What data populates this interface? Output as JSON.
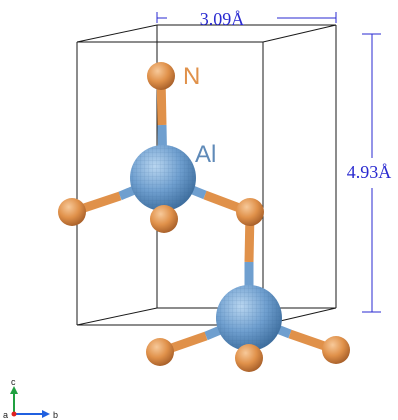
{
  "dimension_a": "3.09Å",
  "dimension_c": "4.93Å",
  "atom_labels": {
    "nitrogen": "N",
    "aluminum": "Al"
  },
  "axes": {
    "a": "a",
    "b": "b",
    "c": "c"
  },
  "colors": {
    "cell_edge": "#1a1a1a",
    "dimension": "#2a2ad0",
    "aluminum": "#6f9fcf",
    "nitrogen": "#e0914a",
    "label_n": "#e0914a",
    "label_al": "#5f8ab8",
    "axis_a": "#e02020",
    "axis_b": "#2060e0",
    "axis_c": "#20a040"
  }
}
